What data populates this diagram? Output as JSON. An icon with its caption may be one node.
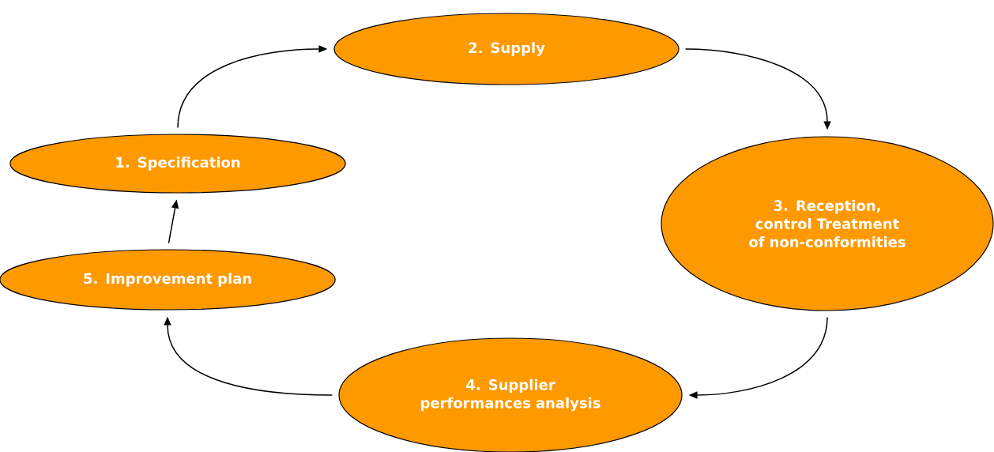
{
  "diagram": {
    "nodes": [
      {
        "text": [
          "1. Specification"
        ]
      },
      {
        "text": [
          "2. Supply"
        ]
      },
      {
        "text": [
          "3. Reception, control Treatment of non-conformities"
        ]
      },
      {
        "text": [
          "4. Supplier performances analysis"
        ]
      },
      {
        "text": [
          "5. Improvement plan"
        ]
      }
    ],
    "edges": [
      {
        "from": 0,
        "to": 1,
        "arrow": "to"
      },
      {
        "from": 1,
        "to": 2,
        "arrow": "to"
      },
      {
        "from": 2,
        "to": 3,
        "arrow": "to"
      },
      {
        "from": 3,
        "to": 4,
        "arrow": "to"
      },
      {
        "from": 4,
        "to": 0,
        "arrow": "to"
      }
    ]
  }
}
